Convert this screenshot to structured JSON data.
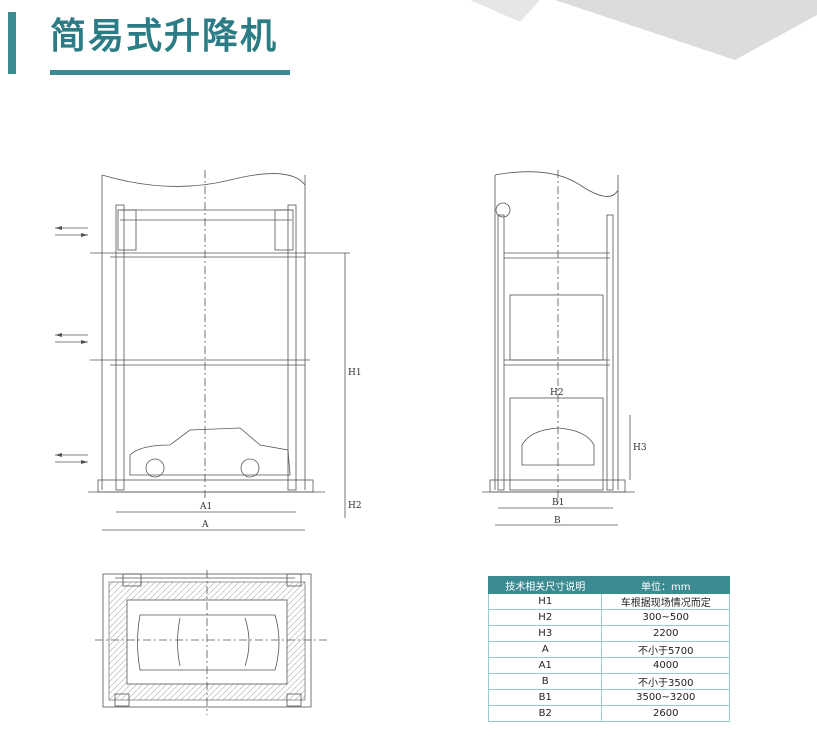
{
  "page": {
    "title": "简易式升降机"
  },
  "drawings": {
    "front_labels": {
      "h1": "H1",
      "h2": "H2",
      "a1": "A1",
      "a": "A"
    },
    "side_labels": {
      "h2": "H2",
      "h3": "H3",
      "b1": "B1",
      "b": "B"
    }
  },
  "spec_table": {
    "headers": [
      "技术相关尺寸说明",
      "单位：mm"
    ],
    "rows": [
      [
        "H1",
        "车根据现场情况而定"
      ],
      [
        "H2",
        "300~500"
      ],
      [
        "H3",
        "2200"
      ],
      [
        "A",
        "不小于5700"
      ],
      [
        "A1",
        "4000"
      ],
      [
        "B",
        "不小于3500"
      ],
      [
        "B1",
        "3500~3200"
      ],
      [
        "B2",
        "2600"
      ]
    ]
  },
  "colors": {
    "accent": "#3c8a92",
    "line": "#555555"
  }
}
